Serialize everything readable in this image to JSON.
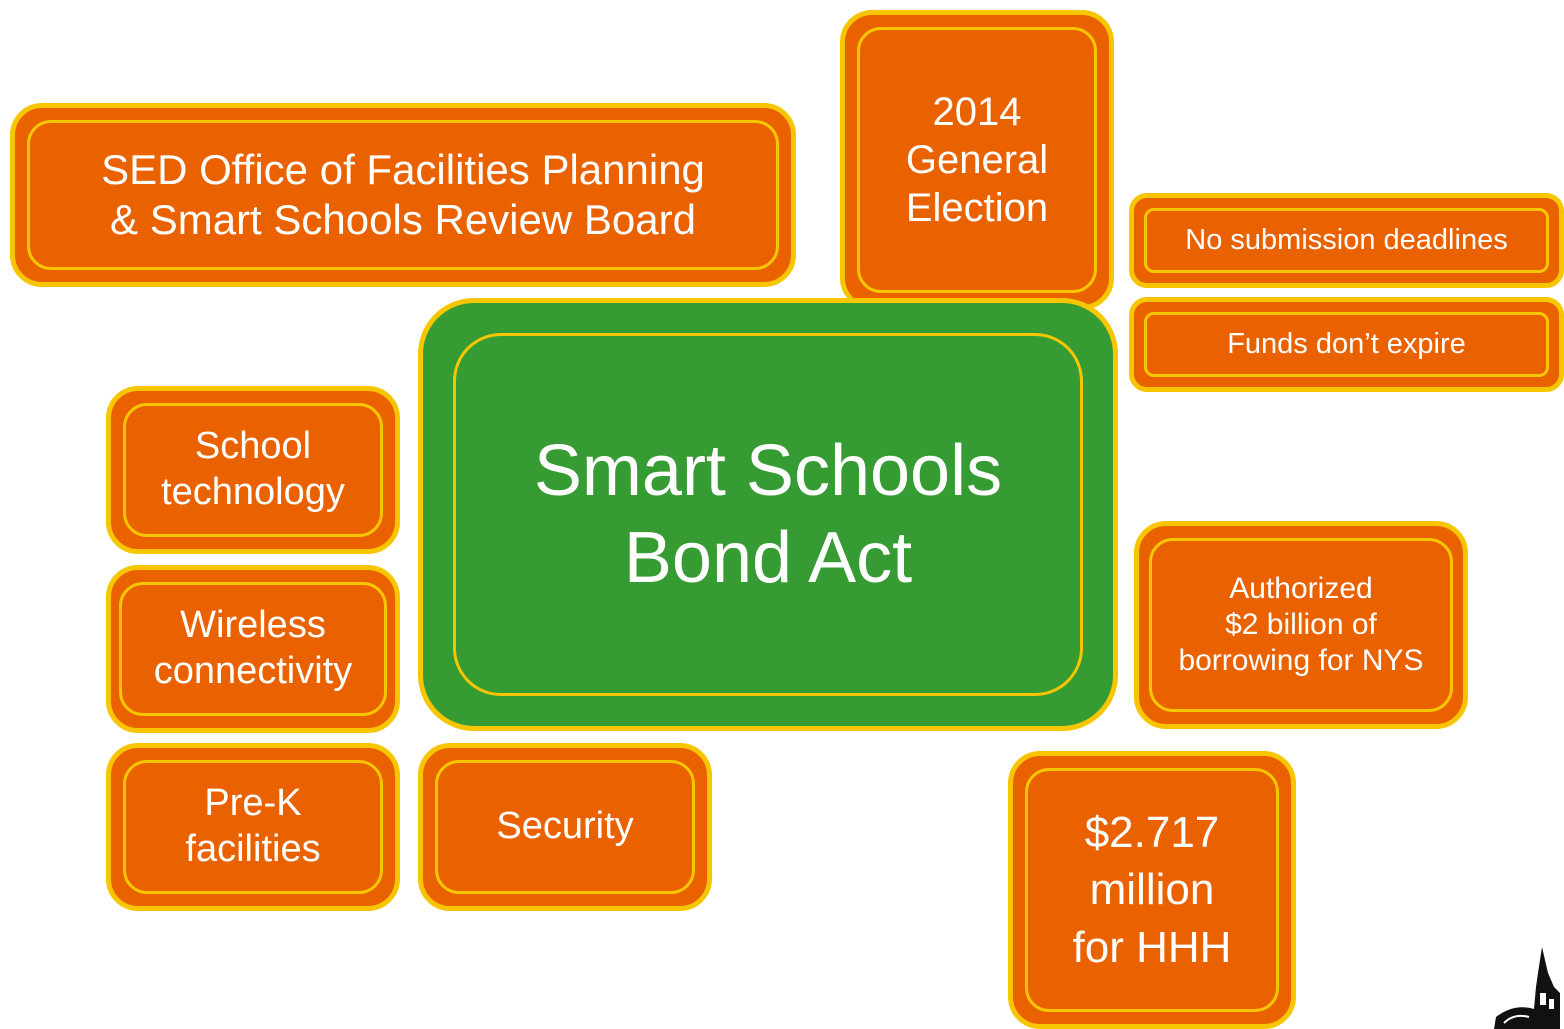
{
  "diagram": {
    "center": {
      "label": "Smart Schools\nBond Act"
    },
    "tiles": {
      "sed_office": "SED Office of Facilities Planning\n& Smart Schools Review Board",
      "election": "2014\nGeneral\nElection",
      "no_deadlines": "No submission deadlines",
      "funds": "Funds don’t expire",
      "school_tech": "School\ntechnology",
      "wireless": "Wireless\nconnectivity",
      "prek": "Pre-K\nfacilities",
      "security": "Security",
      "authorized": "Authorized\n$2 billion of\nborrowing for NYS",
      "hhh": "$2.717\nmillion\nfor HHH"
    },
    "colors": {
      "orange": "#ea6100",
      "green": "#379b33",
      "gold": "#f7c600",
      "text": "#ffffff"
    }
  }
}
